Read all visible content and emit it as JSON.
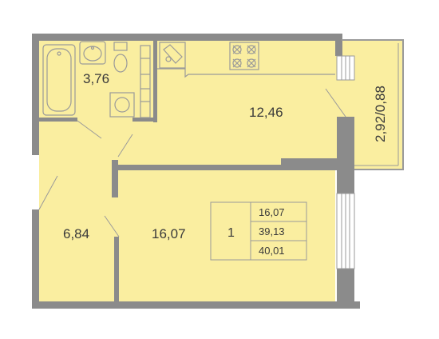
{
  "colors": {
    "floor": "#faeea0",
    "wall": "#8b8b8b",
    "line": "#9a9a9a",
    "text": "#3a3a3a",
    "background": "#ffffff"
  },
  "rooms": {
    "bathroom": {
      "area": "3,76"
    },
    "kitchen": {
      "area": "12,46"
    },
    "balcony": {
      "area": "2,92/0,88"
    },
    "hallway": {
      "area": "6,84"
    },
    "living_room": {
      "area": "16,07"
    }
  },
  "summary": {
    "rooms_count": "1",
    "living_area": "16,07",
    "total_area_without_balcony": "39,13",
    "total_area": "40,01"
  }
}
